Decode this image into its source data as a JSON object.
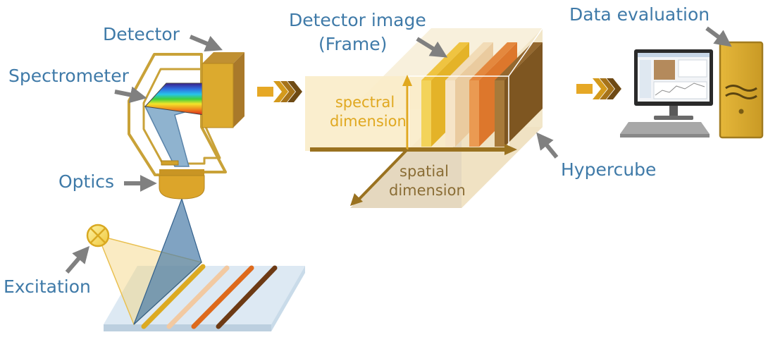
{
  "labels": {
    "detector": "Detector",
    "spectrometer": "Spectrometer",
    "optics": "Optics",
    "excitation": "Excitation",
    "detector_image_line1": "Detector image",
    "detector_image_line2": "(Frame)",
    "data_evaluation": "Data evaluation",
    "hypercube": "Hypercube",
    "spectral_line1": "spectral",
    "spectral_line2": "dimension",
    "spatial_line1": "spatial",
    "spatial_line2": "dimension"
  },
  "colors": {
    "label": "#3f7aa8",
    "pointer": "#808080",
    "gold": "#dcaa22",
    "brown": "#8a6420",
    "optics_body": "#d6a32c",
    "triangle": "#5f8db5",
    "stage": "#dde9f3",
    "light_cone": "#f3d27a"
  },
  "icons": {
    "excitation": "lamp-cross-icon",
    "flow": "triple-chevron-arrow-icon",
    "computer": "desktop-computer-icon"
  }
}
